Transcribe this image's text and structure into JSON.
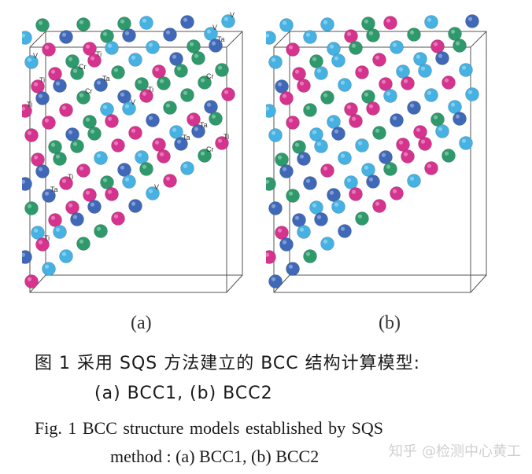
{
  "panels": [
    {
      "id": "a",
      "label": "(a)",
      "atom_labels": [
        "Cr",
        "Ti",
        "Ta",
        "V"
      ]
    },
    {
      "id": "b",
      "label": "(b)",
      "atom_labels": []
    }
  ],
  "atom_colors": {
    "Cr": "#2e9a6c",
    "Ti": "#d6338f",
    "V": "#3f69b8",
    "Ta": "#45b2e3"
  },
  "caption": {
    "cn_line1": "图 1   采用 SQS 方法建立的 BCC 结构计算模型:",
    "cn_line2": "(a) BCC1, (b) BCC2",
    "en_line1": "Fig. 1    BCC structure models established by SQS",
    "en_line2": "method : (a) BCC1, (b) BCC2"
  },
  "watermark": {
    "platform": "知乎",
    "author": "@检测中心黄工"
  }
}
